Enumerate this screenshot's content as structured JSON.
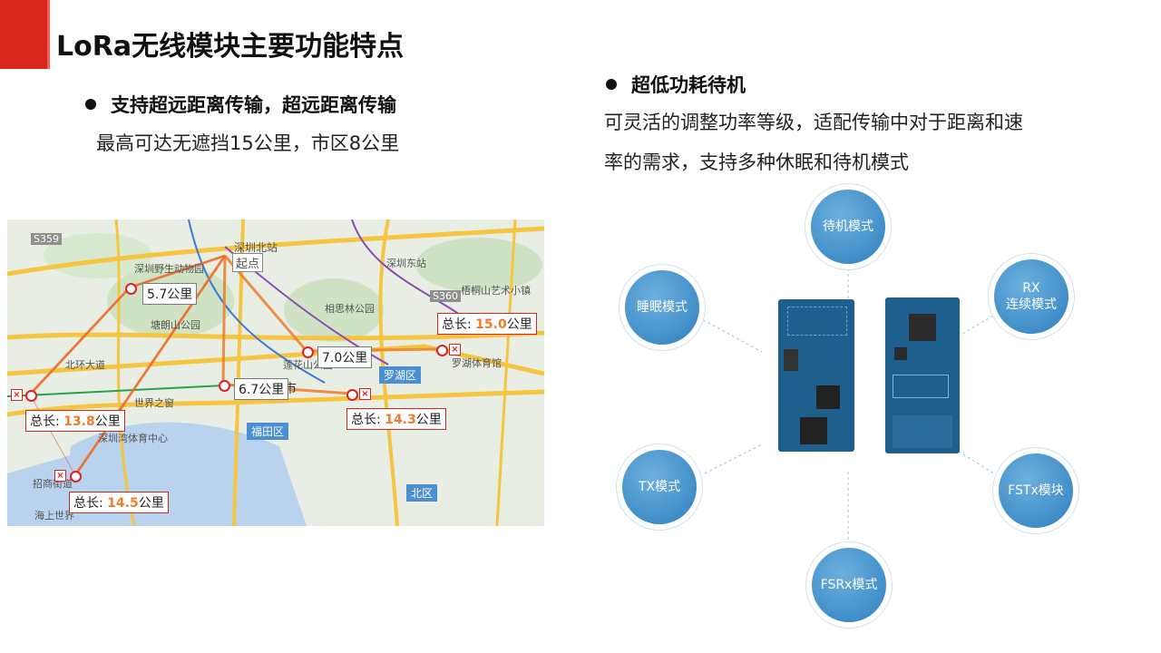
{
  "title": "LoRa无线模块主要功能特点",
  "left": {
    "heading": "支持超远距离传输，超远距离传输",
    "body": "最高可达无遮挡15公里，市区8公里"
  },
  "right": {
    "heading": "超低功耗待机",
    "body_line1": "可灵活的调整功率等级，适配传输中对于距离和速",
    "body_line2": "率的需求，支持多种休眠和待机模式"
  },
  "map": {
    "labels": {
      "road_s359": "S359",
      "s360": "S360",
      "zoo": "深圳野生动物园",
      "north_station": "深圳北站",
      "east_station": "深圳东站",
      "wutong": "梧桐山艺术小镇",
      "xiangsi": "相思林公园",
      "tanglang": "塘朗山公园",
      "beihuan": "北环大道",
      "lianhua": "莲花山公园",
      "luohu_gym": "罗湖体育馆",
      "window": "世界之窗",
      "futian": "福田区",
      "luohu": "罗湖区",
      "bay_center": "深圳湾体育中心",
      "zhaoshang": "招商街道",
      "haishang": "海上世界",
      "beiqu": "北区",
      "shi": "市",
      "start": "起点"
    },
    "distances": {
      "d1": "5.7公里",
      "d2": "7.0公里",
      "d3": "6.7公里"
    },
    "totals": [
      {
        "prefix": "总长:",
        "value": "15.0",
        "unit": "公里"
      },
      {
        "prefix": "总长:",
        "value": "13.8",
        "unit": "公里"
      },
      {
        "prefix": "总长:",
        "value": "14.3",
        "unit": "公里"
      },
      {
        "prefix": "总长:",
        "value": "14.5",
        "unit": "公里"
      }
    ]
  },
  "modes": {
    "standby": "待机模式",
    "sleep": "睡眠模式",
    "rx_line1": "RX",
    "rx_line2": "连续模式",
    "tx": "TX模式",
    "fstx": "FSTx模块",
    "fsrx": "FSRx模式"
  },
  "colors": {
    "accent": "#d9261c",
    "node": "#3b8ccb",
    "route": "#f07b2a"
  }
}
